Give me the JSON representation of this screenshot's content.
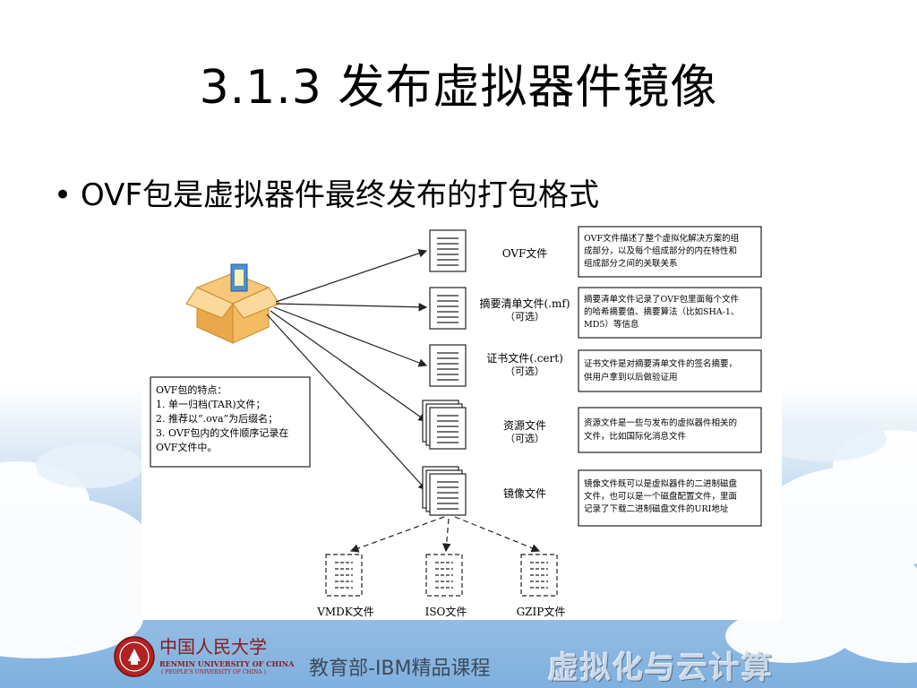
{
  "slide": {
    "title": "3.1.3 发布虚拟器件镜像",
    "bullet": "OVF包是虚拟器件最终发布的打包格式"
  },
  "diagram": {
    "features_box": [
      "OVF包的特点：",
      "1. 单一归档(TAR)文件；",
      "2. 推荐以“.ova”为后缀名；",
      "3. OVF包内的文件顺序记录在",
      "OVF文件中。"
    ],
    "files": [
      {
        "label": "OVF文件",
        "sub": ""
      },
      {
        "label": "摘要清单文件(.mf)",
        "sub": "（可选）"
      },
      {
        "label": "证书文件(.cert)",
        "sub": "（可选）"
      },
      {
        "label": "资源文件",
        "sub": "（可选）"
      },
      {
        "label": "镜像文件",
        "sub": ""
      }
    ],
    "descriptions": [
      [
        "OVF文件描述了整个虚拟化解决方案的组",
        "成部分，以及每个组成部分的内在特性和",
        "组成部分之间的关联关系"
      ],
      [
        "摘要清单文件记录了OVF包里面每个文件",
        "的哈希摘要值、摘要算法（比如SHA-1、",
        "MD5）等信息"
      ],
      [
        "证书文件是对摘要清单文件的签名摘要，",
        "供用户拿到以后做验证用"
      ],
      [
        "资源文件是一些与发布的虚拟器件相关的",
        "文件，比如国际化消息文件"
      ],
      [
        "镜像文件既可以是虚拟器件的二进制磁盘",
        "文件，也可以是一个磁盘配置文件，里面",
        "记录了下载二进制磁盘文件的URI地址"
      ]
    ],
    "image_types": [
      "VMDK文件",
      "ISO文件",
      "GZIP文件"
    ]
  },
  "footer": {
    "university_cn": "中国人民大学",
    "university_en": "RENMIN UNIVERSITY OF CHINA",
    "university_en2": "( PEOPLE'S UNIVERSITY OF CHINA )",
    "course": "教育部-IBM精品课程",
    "brand": "虚拟化与云计算"
  }
}
